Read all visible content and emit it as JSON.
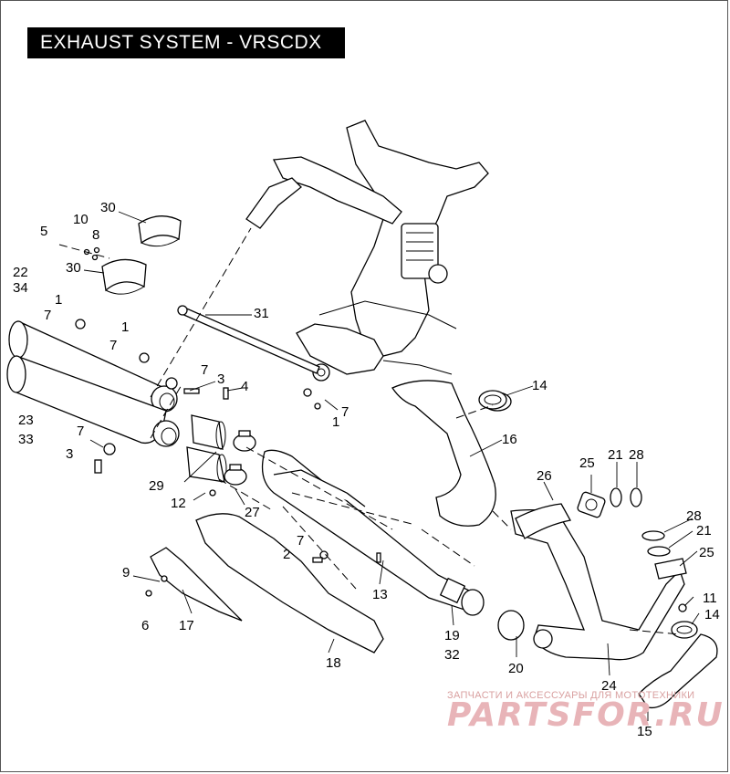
{
  "title": "EXHAUST SYSTEM - VRSCDX",
  "callouts": [
    {
      "id": "c30a",
      "text": "30"
    },
    {
      "id": "c10",
      "text": "10"
    },
    {
      "id": "c8",
      "text": "8"
    },
    {
      "id": "c5",
      "text": "5"
    },
    {
      "id": "c30b",
      "text": "30"
    },
    {
      "id": "c22",
      "text": "22"
    },
    {
      "id": "c34",
      "text": "34"
    },
    {
      "id": "c1a",
      "text": "1"
    },
    {
      "id": "c7a",
      "text": "7"
    },
    {
      "id": "c1b",
      "text": "1"
    },
    {
      "id": "c7b",
      "text": "7"
    },
    {
      "id": "c31",
      "text": "31"
    },
    {
      "id": "c7c",
      "text": "7"
    },
    {
      "id": "c3a",
      "text": "3"
    },
    {
      "id": "c4",
      "text": "4"
    },
    {
      "id": "c7d",
      "text": "7"
    },
    {
      "id": "c1c",
      "text": "1"
    },
    {
      "id": "c14a",
      "text": "14"
    },
    {
      "id": "c23",
      "text": "23"
    },
    {
      "id": "c33",
      "text": "33"
    },
    {
      "id": "c16",
      "text": "16"
    },
    {
      "id": "c7e",
      "text": "7"
    },
    {
      "id": "c3b",
      "text": "3"
    },
    {
      "id": "c25a",
      "text": "25"
    },
    {
      "id": "c21a",
      "text": "21"
    },
    {
      "id": "c28a",
      "text": "28"
    },
    {
      "id": "c26",
      "text": "26"
    },
    {
      "id": "c29",
      "text": "29"
    },
    {
      "id": "c12",
      "text": "12"
    },
    {
      "id": "c27",
      "text": "27"
    },
    {
      "id": "c28b",
      "text": "28"
    },
    {
      "id": "c21b",
      "text": "21"
    },
    {
      "id": "c25b",
      "text": "25"
    },
    {
      "id": "c7f",
      "text": "7"
    },
    {
      "id": "c2",
      "text": "2"
    },
    {
      "id": "c9",
      "text": "9"
    },
    {
      "id": "c11",
      "text": "11"
    },
    {
      "id": "c14b",
      "text": "14"
    },
    {
      "id": "c13",
      "text": "13"
    },
    {
      "id": "c6",
      "text": "6"
    },
    {
      "id": "c17",
      "text": "17"
    },
    {
      "id": "c19",
      "text": "19"
    },
    {
      "id": "c32",
      "text": "32"
    },
    {
      "id": "c20",
      "text": "20"
    },
    {
      "id": "c18",
      "text": "18"
    },
    {
      "id": "c24",
      "text": "24"
    },
    {
      "id": "c15",
      "text": "15"
    }
  ],
  "watermark": {
    "caption": "ЗАПЧАСТИ И АКСЕССУАРЫ ДЛЯ МОТОТЕХНИКИ",
    "brand": "PARTSFOR.RU"
  }
}
